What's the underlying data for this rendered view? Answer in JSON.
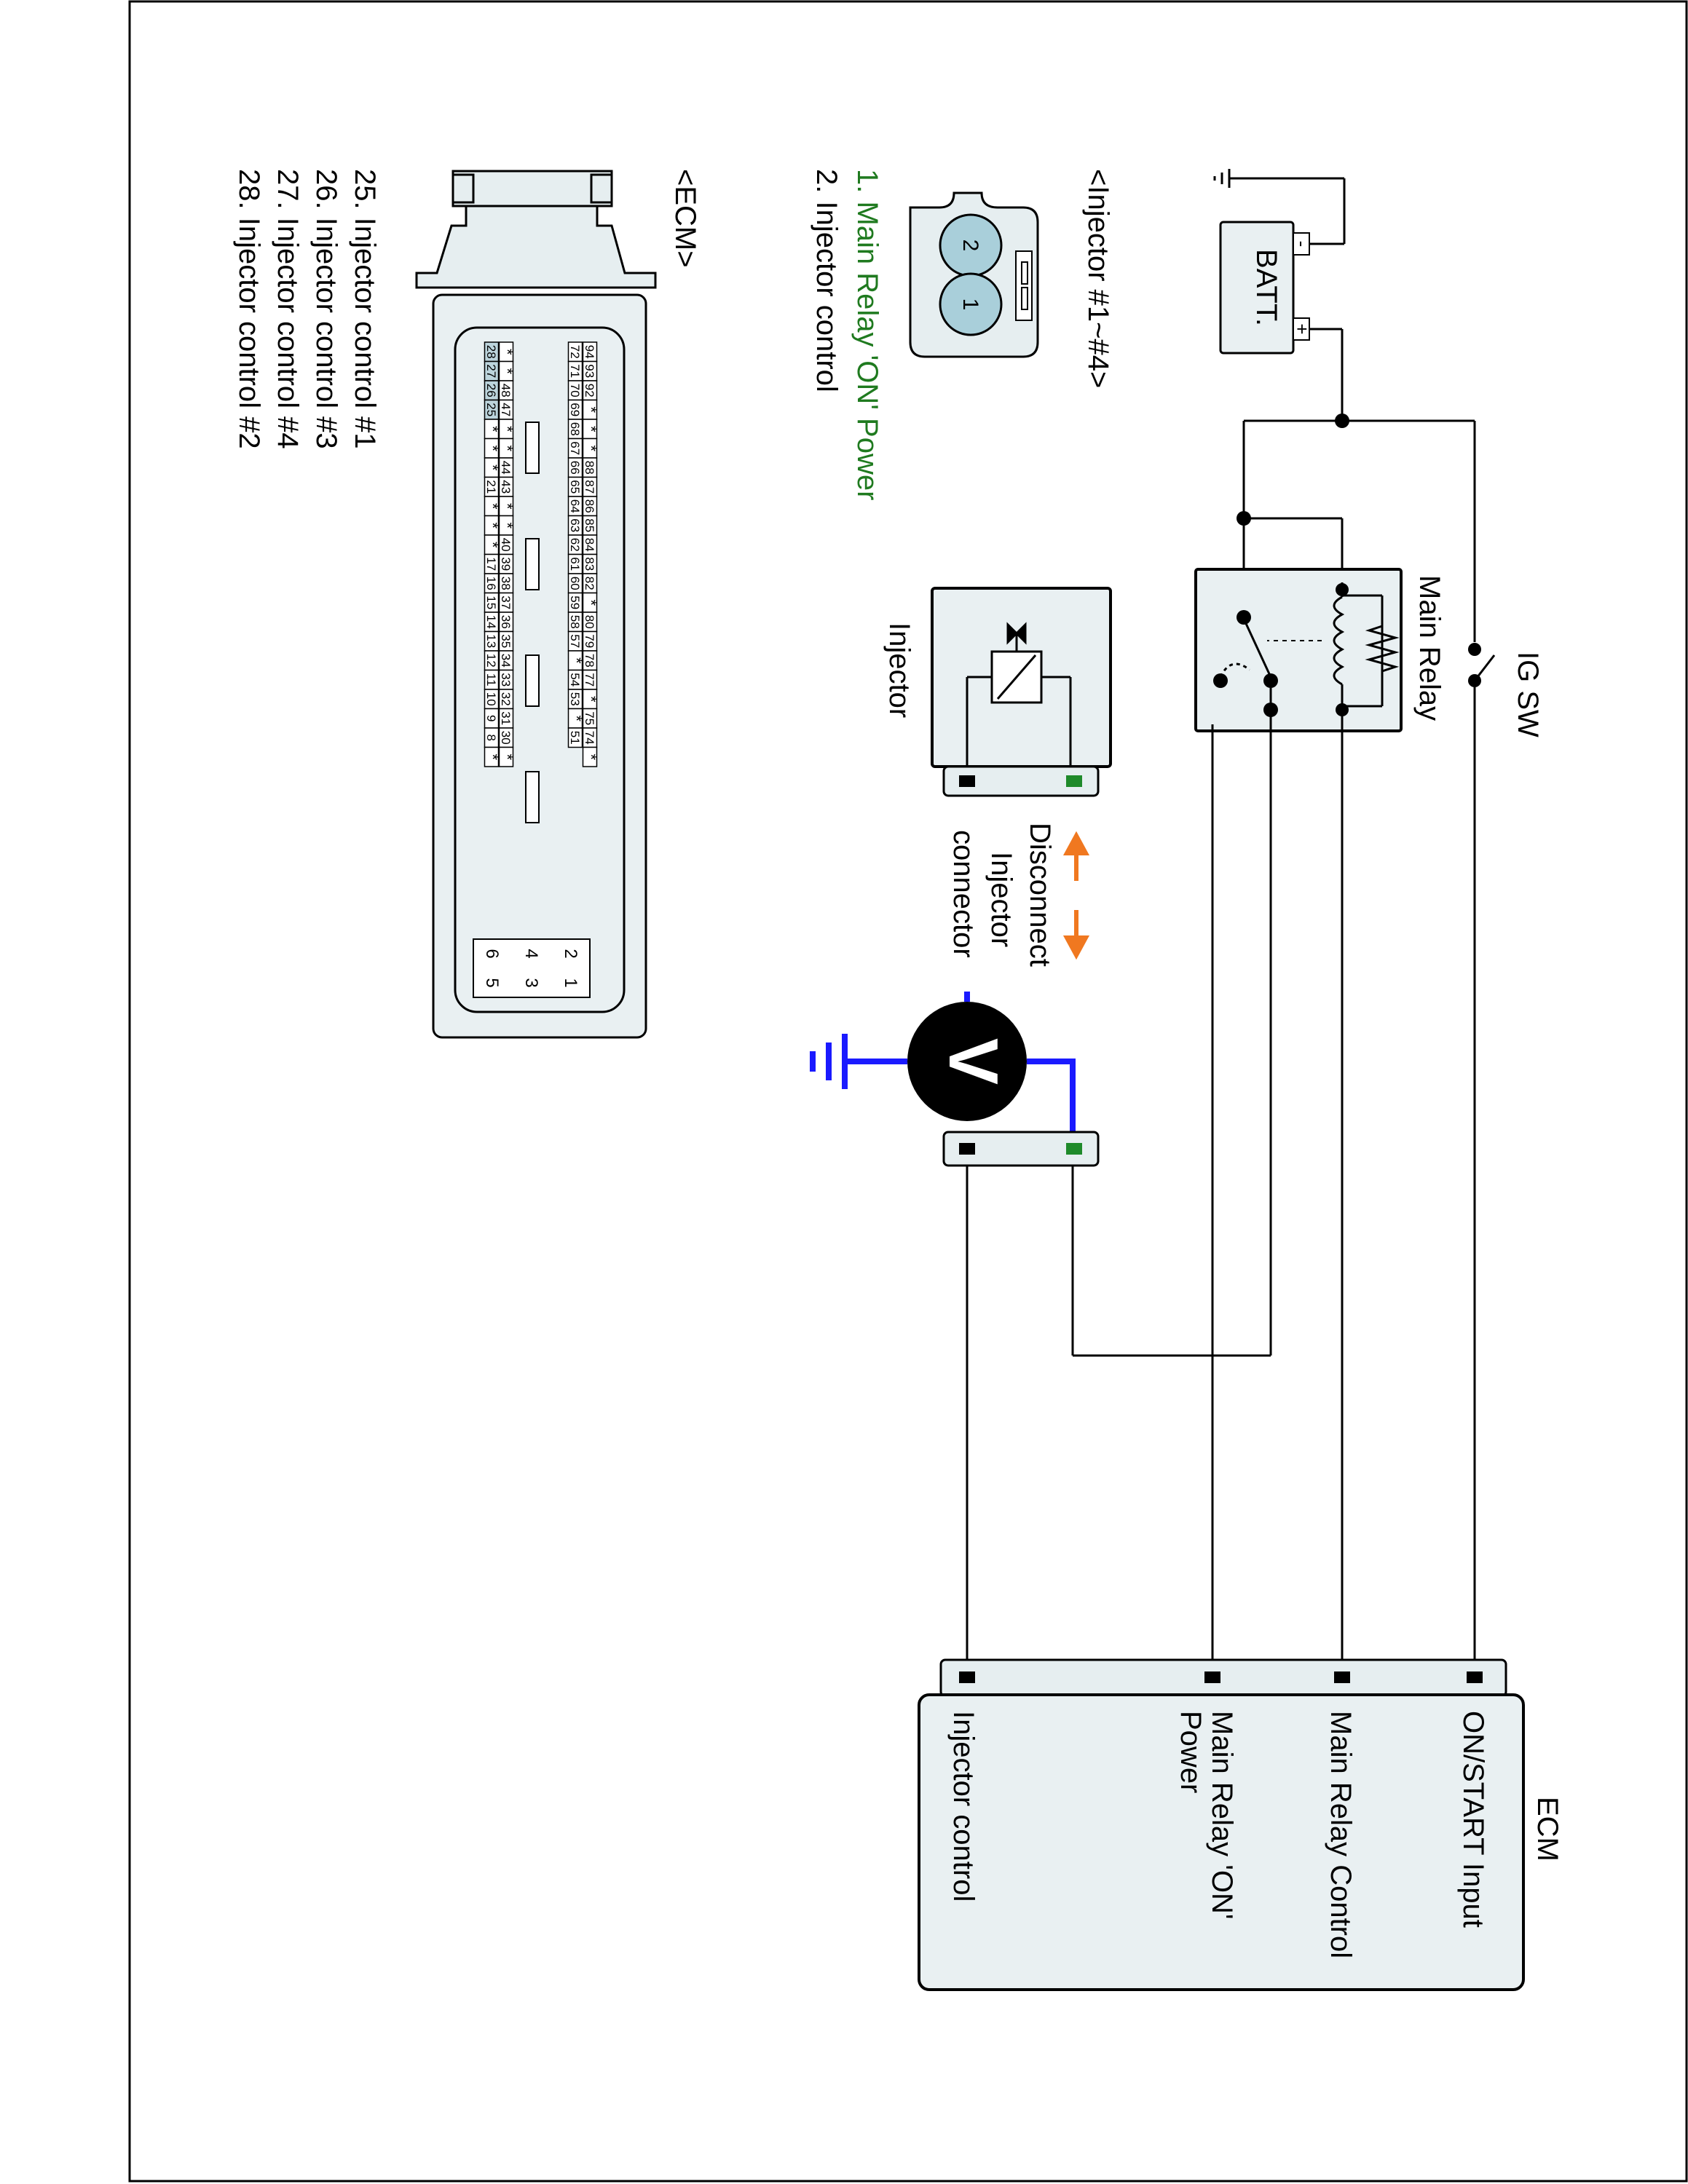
{
  "labels": {
    "ig_sw": "IG SW",
    "main_relay": "Main Relay",
    "batt": "BATT.",
    "batt_minus": "-",
    "batt_plus": "+",
    "injector_header": "<Injector #1~#4>",
    "injector_pin1_legend": "1. Main Relay 'ON' Power",
    "injector_pin2_legend": "2. Injector control",
    "injector_box": "Injector",
    "disconnect_line1": "Disconnect",
    "disconnect_line2": "Injector",
    "disconnect_line3": "connector",
    "voltmeter": "V",
    "ecm_header": "<ECM>",
    "ecm_title": "ECM",
    "ecm_terminal_1": "ON/START Input",
    "ecm_terminal_2": "Main Relay Control",
    "ecm_terminal_3_line1": "Main Relay 'ON'",
    "ecm_terminal_3_line2": "Power",
    "ecm_terminal_4": "Injector control",
    "connector_pin_1": "1",
    "connector_pin_2": "2"
  },
  "ecm_pin_legend": [
    "25. Injector control #1",
    "26. Injector control #3",
    "27. Injector control #4",
    "28. Injector control #2"
  ],
  "ecm_pin_grid": {
    "upper_rows": [
      [
        "94",
        "93",
        "92",
        "*",
        "*",
        "*",
        "88",
        "87",
        "86",
        "85",
        "84",
        "83",
        "82",
        "*",
        "80",
        "79",
        "78",
        "77",
        "*",
        "75",
        "74",
        "*"
      ],
      [
        "72",
        "71",
        "70",
        "69",
        "68",
        "67",
        "66",
        "65",
        "64",
        "63",
        "62",
        "61",
        "60",
        "59",
        "58",
        "57",
        "*",
        "54",
        "53",
        "*",
        "51",
        ""
      ]
    ],
    "lower_rows": [
      [
        "*",
        "*",
        "48",
        "47",
        "*",
        "*",
        "44",
        "43",
        "*",
        "*",
        "40",
        "39",
        "38",
        "37",
        "36",
        "35",
        "34",
        "33",
        "32",
        "31",
        "30",
        "*"
      ],
      [
        "28",
        "27",
        "26",
        "25",
        "*",
        "*",
        "*",
        "21",
        "*",
        "*",
        "*",
        "17",
        "16",
        "15",
        "14",
        "13",
        "12",
        "11",
        "10",
        "9",
        "8",
        "*"
      ]
    ],
    "highlighted": [
      "28",
      "27",
      "26",
      "25"
    ],
    "small_block": [
      [
        "2",
        "4",
        "6"
      ],
      [
        "1",
        "3",
        "5"
      ]
    ]
  },
  "colors": {
    "line": "#000000",
    "legend_green": "#1f7a1f",
    "pin_fill": "#a9cfda",
    "connector_fill": "#e6eef0",
    "ecm_fill": "#e9f0f2",
    "probe_blue": "#1a1aff",
    "arrow_orange": "#f07820",
    "terminal_green": "#1f8a2a",
    "highlight_pin": "#bcd4dc"
  }
}
